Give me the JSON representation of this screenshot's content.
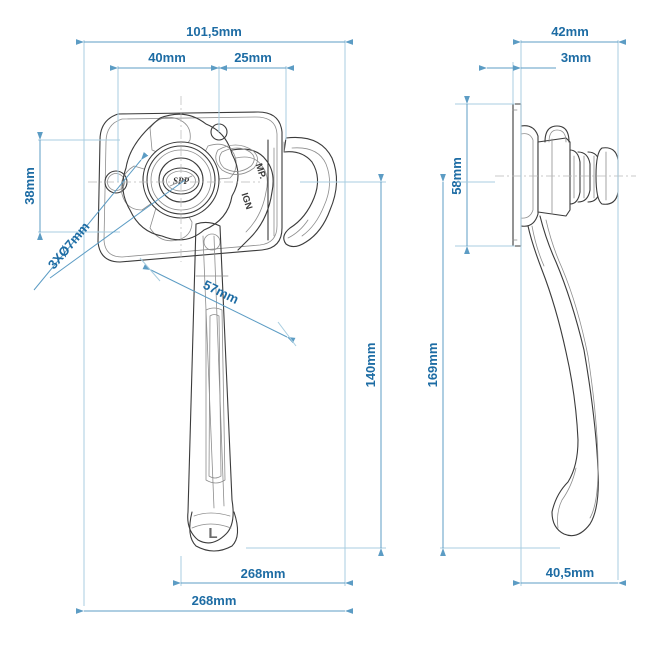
{
  "drawing": {
    "title": "Technical dimension drawing of a locking handle",
    "colors": {
      "dimension_text": "#1d6ca4",
      "dimension_line": "#5c9cc4",
      "extension_line": "#a8cde0",
      "part_outline": "#3b3b3b",
      "part_detail": "#8d8d8d",
      "background": "#ffffff"
    },
    "views": [
      {
        "id": "front-view",
        "name": "front-view"
      },
      {
        "id": "side-view",
        "name": "side-view"
      }
    ],
    "dimensions": {
      "front": {
        "overall_width": "101,5mm",
        "segment_left": "40mm",
        "segment_right": "25mm",
        "hole_spacing_vertical": "38mm",
        "hole_callout": "3XØ7mm",
        "diagonal": "57mm",
        "height_inner": "140mm",
        "height_outer": "169mm",
        "bottom_inner": "268mm",
        "bottom_outer": "268mm"
      },
      "side": {
        "overall_depth": "42mm",
        "plate_thickness": "3mm",
        "plate_height": "58mm",
        "handle_offset": "40,5mm"
      }
    },
    "markings": {
      "logo": "SPP",
      "stamp_line_1": "MP.",
      "stamp_line_2": "IGN",
      "handle_letter": "L"
    }
  }
}
